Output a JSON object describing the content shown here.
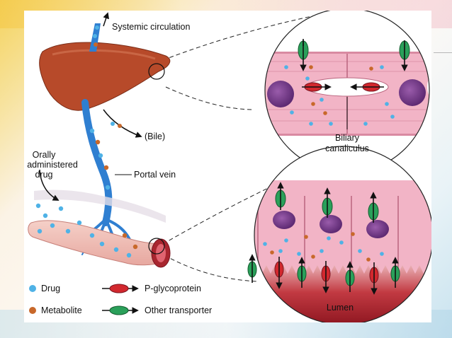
{
  "labels": {
    "systemic_circulation": "Systemic circulation",
    "bile": "(Bile)",
    "orally_line1": "Orally",
    "orally_line2": "administered",
    "orally_line3": "drug",
    "portal_vein": "Portal vein",
    "biliary_line1": "Biliary",
    "biliary_line2": "canaliculus",
    "lumen": "Lumen"
  },
  "legend": {
    "drug": "Drug",
    "metabolite": "Metabolite",
    "pgp": "P-glycoprotein",
    "other": "Other transporter"
  },
  "colors": {
    "liver": "#b74a2a",
    "vein": "#2f7fd1",
    "drug": "#4fb2e6",
    "metabolite": "#c8682a",
    "pgp": "#d2282e",
    "other_transporter": "#2aa05a",
    "cell": "#f2b4c6",
    "nucleus": "#7a3d8f",
    "lumen": "#b2232d"
  }
}
